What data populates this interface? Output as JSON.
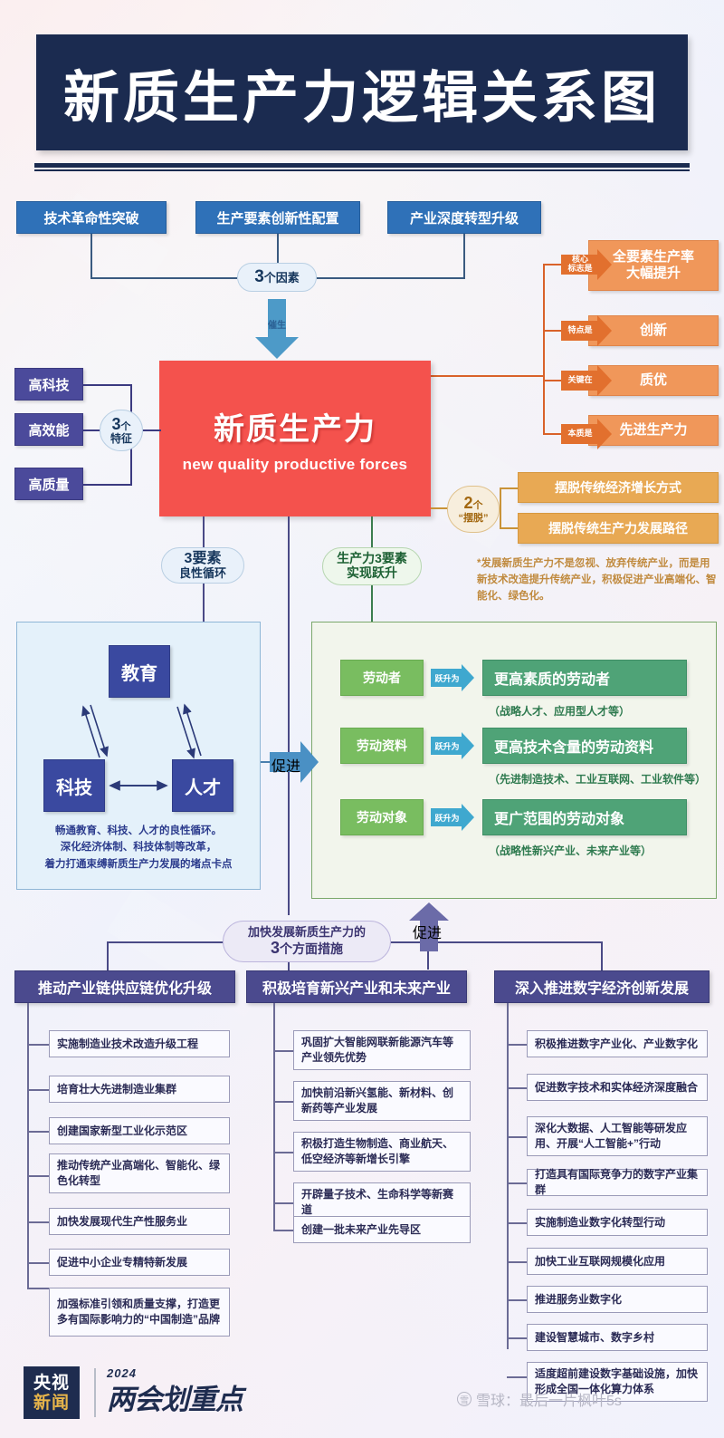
{
  "title": "新质生产力逻辑关系图",
  "top_factors": {
    "items": [
      "技术革命性突破",
      "生产要素创新性配置",
      "产业深度转型升级"
    ],
    "pill_number": "3",
    "pill_unit": "个因素",
    "arrow_label": "催生"
  },
  "core": {
    "cn": "新质生产力",
    "en": "new quality productive forces"
  },
  "features": {
    "pill_number": "3",
    "pill_unit": "个",
    "pill_sub": "特征",
    "items": [
      "高科技",
      "高效能",
      "高质量"
    ]
  },
  "attributes": [
    {
      "tag": "核心\n标志是",
      "tag_line1": "核心",
      "tag_line2": "标志是",
      "text": "全要素生产率\n大幅提升",
      "line1": "全要素生产率",
      "line2": "大幅提升"
    },
    {
      "tag_line1": "特点是",
      "tag_line2": "",
      "line1": "创新",
      "line2": ""
    },
    {
      "tag_line1": "关键在",
      "tag_line2": "",
      "line1": "质优",
      "line2": ""
    },
    {
      "tag_line1": "本质是",
      "tag_line2": "",
      "line1": "先进生产力",
      "line2": ""
    }
  ],
  "escape": {
    "pill_number": "2",
    "pill_unit": "个",
    "pill_sub": "“摆脱”",
    "items": [
      "摆脱传统经济增长方式",
      "摆脱传统生产力发展路径"
    ],
    "footnote": "*发展新质生产力不是忽视、放弃传统产业，而是用新技术改造提升传统产业，积极促进产业高端化、智能化、绿色化。"
  },
  "connectors": {
    "left_pill_line1": "3要素",
    "left_pill_line2": "良性循环",
    "right_pill_line1": "生产力3要素",
    "right_pill_line2": "实现跃升",
    "cujin": "促进"
  },
  "triangle": {
    "top": "教育",
    "left": "科技",
    "right": "人才",
    "caption_line1": "畅通教育、科技、人才的良性循环。",
    "caption_line2": "深化经济体制、科技体制等改革，",
    "caption_line3": "着力打通束缚新质生产力发展的堵点卡点"
  },
  "productivity": {
    "arrow_label": "跃升为",
    "rows": [
      {
        "label": "劳动者",
        "result": "更高素质的劳动者",
        "sub": "（战略人才、应用型人才等）"
      },
      {
        "label": "劳动资料",
        "result": "更高技术含量的劳动资料",
        "sub": "（先进制造技术、工业互联网、工业软件等）"
      },
      {
        "label": "劳动对象",
        "result": "更广范围的劳动对象",
        "sub": "（战略性新兴产业、未来产业等）"
      }
    ]
  },
  "measures": {
    "pill_line1": "加快发展新质生产力的",
    "pill_number": "3",
    "pill_line2": "个方面措施",
    "columns": [
      {
        "header": "推动产业链供应链优化升级",
        "items": [
          "实施制造业技术改造升级工程",
          "培育壮大先进制造业集群",
          "创建国家新型工业化示范区",
          "推动传统产业高端化、智能化、绿色化转型",
          "加快发展现代生产性服务业",
          "促进中小企业专精特新发展",
          "加强标准引领和质量支撑，打造更多有国际影响力的“中国制造”品牌"
        ]
      },
      {
        "header": "积极培育新兴产业和未来产业",
        "items": [
          "巩固扩大智能网联新能源汽车等产业领先优势",
          "加快前沿新兴氢能、新材料、创新药等产业发展",
          "积极打造生物制造、商业航天、低空经济等新增长引擎",
          "开辟量子技术、生命科学等新赛道",
          "创建一批未来产业先导区"
        ]
      },
      {
        "header": "深入推进数字经济创新发展",
        "items": [
          "积极推进数字产业化、产业数字化",
          "促进数字技术和实体经济深度融合",
          "深化大数据、人工智能等研发应用、开展“人工智能+”行动",
          "打造具有国际竞争力的数字产业集群",
          "实施制造业数字化转型行动",
          "加快工业互联网规模化应用",
          "推进服务业数字化",
          "建设智慧城市、数字乡村",
          "适度超前建设数字基础设施，加快形成全国一体化算力体系"
        ]
      }
    ]
  },
  "footer": {
    "logo_row1": "央视",
    "logo_row2": "新闻",
    "year": "2024",
    "slogan": "两会划重点",
    "watermark": "雪球：最后一片枫叶5s",
    "watermark_icon": "雪"
  },
  "colors": {
    "navy": "#1b2b50",
    "blue": "#2f71b8",
    "red": "#f4524d",
    "purple": "#4b4a9b",
    "orange": "#f0975a",
    "gold": "#e8a954",
    "green_label": "#79bd60",
    "green_result": "#4fa377",
    "col_head": "#4b4a8e"
  }
}
